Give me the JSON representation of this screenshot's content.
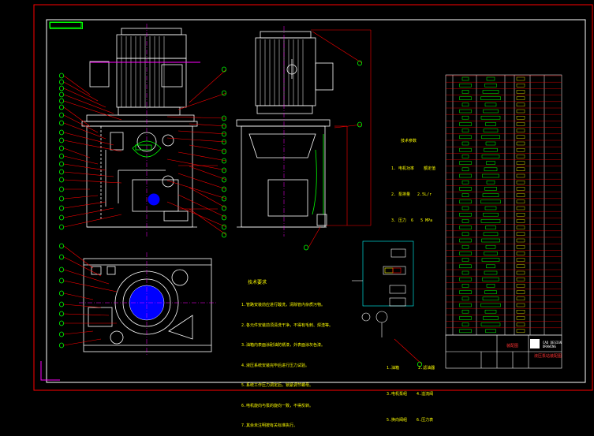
{
  "drawing": {
    "notes_title": "技术要求",
    "notes": [
      "1.管路安装前应进行酸洗，清除管内杂质污物。",
      "2.各元件安装前须清洗干净，不得有毛刺、焊渣等。",
      "3.油箱内表面涂耐油防锈漆，外表面涂灰色漆。",
      "4.液压系统安装完毕后进行压力试验。",
      "5.系统工作压力调定后，锁紧调节螺母。",
      "6.电机旋向与泵的旋向一致，不得反转。",
      "7.其余未注明按有关标准执行。"
    ],
    "params_title": "技术参数",
    "params": [
      "1. 电机功率    额定值",
      "2. 泵排量   2.5L/r",
      "3. 压力  6   5 MPa"
    ],
    "legend": [
      "1.油箱        2.滤油器",
      "3.电机泵组    4.溢流阀",
      "5.换向阀组    6.压力表"
    ],
    "title_block": {
      "drawing_name": "液压泵站装配图",
      "stamp": "装配图",
      "company": "CAD DESIGN\nDRAWING"
    },
    "colors": {
      "border": "#ff0000",
      "geometry": "#ffffff",
      "leader": "#ff0000",
      "callout": "#00ff00",
      "text": "#ffff00",
      "accent": "#0000ff",
      "center": "#ff00ff"
    }
  }
}
